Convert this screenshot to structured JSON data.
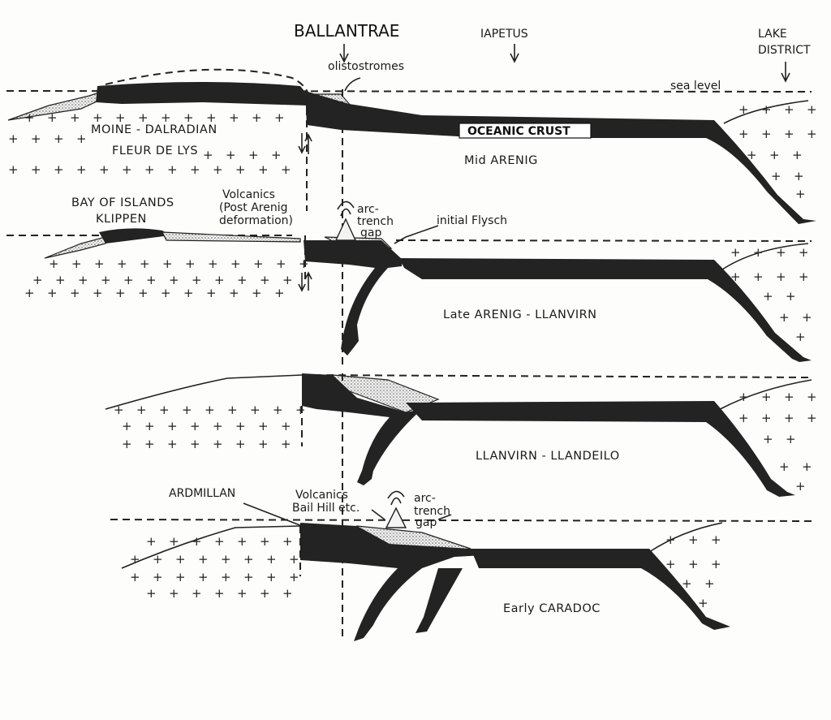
{
  "top_labels": {
    "ballantrae": "BALLANTRAE",
    "iapetus": "IAPETUS",
    "lake_district_1": "LAKE",
    "lake_district_2": "DISTRICT",
    "olistostromes": "olistostromes",
    "sea_level": "sea level"
  },
  "panel1": {
    "moine": "MOINE - DALRADIAN",
    "fleur": "FLEUR DE LYS",
    "oceanic_crust": "OCEANIC CRUST",
    "stage": "Mid ARENIG"
  },
  "panel2": {
    "bay": "BAY OF ISLANDS",
    "klippen": "KLIPPEN",
    "volcanics_1": "Volcanics",
    "volcanics_2": "(Post Arenig",
    "volcanics_3": "deformation)",
    "arc_1": "arc-",
    "arc_2": "trench",
    "arc_3": "gap",
    "flysch": "initial Flysch",
    "stage": "Late ARENIG - LLANVIRN"
  },
  "panel3": {
    "stage": "LLANVIRN - LLANDEILO"
  },
  "panel4": {
    "ardmillan": "ARDMILLAN",
    "volcanics_1": "Volcanics",
    "volcanics_2": "Bail Hill etc.",
    "arc_1": "arc-",
    "arc_2": "trench",
    "arc_3": "gap",
    "stage": "Early CARADOC"
  },
  "colors": {
    "crust": "#232323",
    "background": "#fdfdfb"
  }
}
